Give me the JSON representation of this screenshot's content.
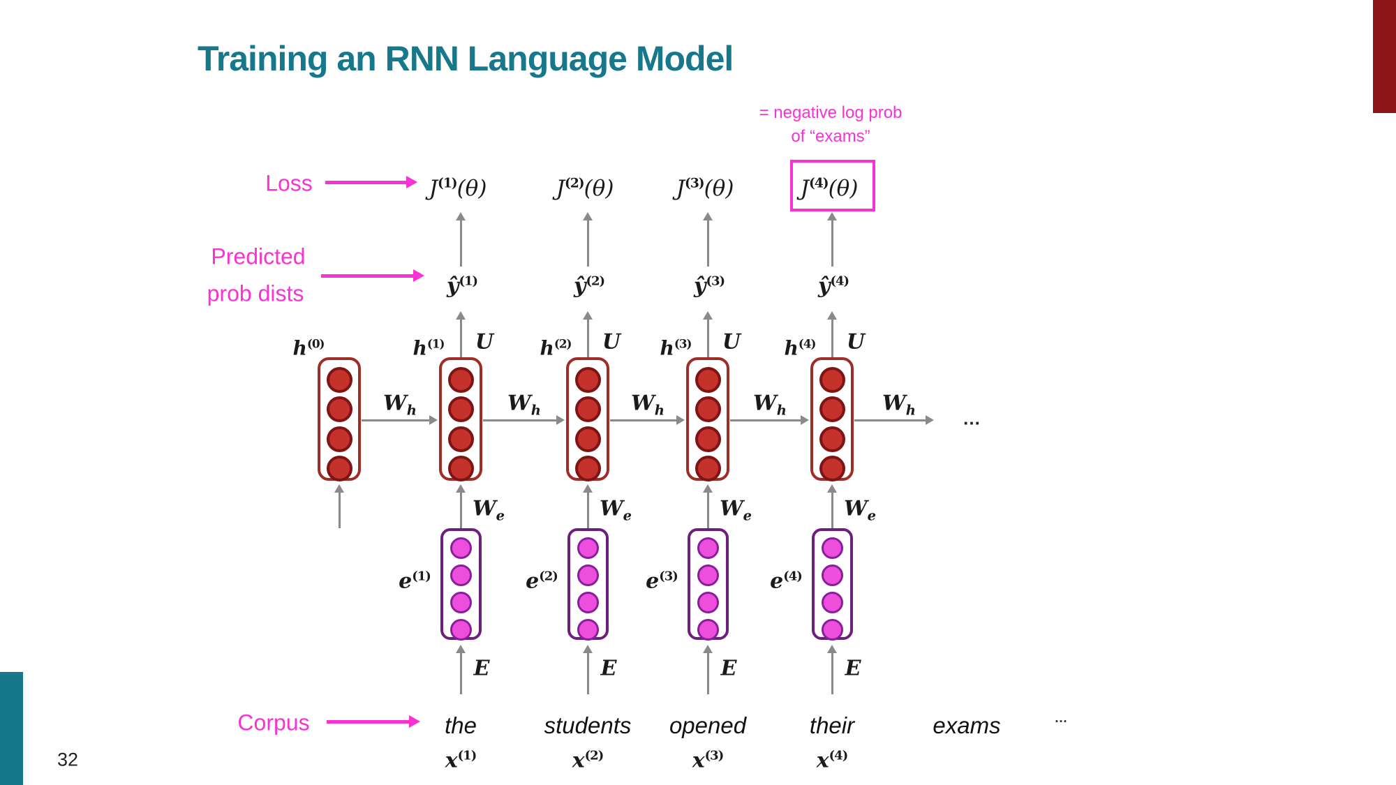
{
  "slide": {
    "title": "Training an RNN Language Model",
    "page_number": "32",
    "colors": {
      "teal": "#17788C",
      "cardinal_red": "#8C1515",
      "magenta": "#F832D3",
      "arrow_gray": "#8A8A8A",
      "text_ink": "#1A1A1A",
      "hidden_box_border": "#A12C26",
      "hidden_circle_fill": "#C5312B",
      "hidden_circle_stroke": "#7D1416",
      "embed_box_border": "#6C1F7C",
      "embed_circle_fill": "#EE4EDC",
      "embed_circle_stroke": "#85209A"
    }
  },
  "labels": {
    "loss": "Loss",
    "predicted_line1": "Predicted",
    "predicted_line2": "prob dists",
    "corpus": "Corpus",
    "neg_log_line1": "= negative log prob",
    "neg_log_line2": "of “exams”",
    "ellipsis_hidden": "…",
    "ellipsis_corpus": "…"
  },
  "math": {
    "u": "U",
    "w_base": "W",
    "wh_sub": "h",
    "we_sub": "e",
    "embed_matrix": "E",
    "h0": {
      "base": "h",
      "sup": "(0)"
    }
  },
  "columns": [
    {
      "word": "the",
      "x": {
        "base": "x",
        "sup": "(1)"
      },
      "e": {
        "base": "e",
        "sup": "(1)"
      },
      "h": {
        "base": "h",
        "sup": "(1)"
      },
      "y": {
        "base": "ŷ",
        "sup": "(1)"
      },
      "loss": {
        "base": "J",
        "sup": "(1)",
        "arg": "(θ)"
      },
      "boxed": false
    },
    {
      "word": "students",
      "x": {
        "base": "x",
        "sup": "(2)"
      },
      "e": {
        "base": "e",
        "sup": "(2)"
      },
      "h": {
        "base": "h",
        "sup": "(2)"
      },
      "y": {
        "base": "ŷ",
        "sup": "(2)"
      },
      "loss": {
        "base": "J",
        "sup": "(2)",
        "arg": "(θ)"
      },
      "boxed": false
    },
    {
      "word": "opened",
      "x": {
        "base": "x",
        "sup": "(3)"
      },
      "e": {
        "base": "e",
        "sup": "(3)"
      },
      "h": {
        "base": "h",
        "sup": "(3)"
      },
      "y": {
        "base": "ŷ",
        "sup": "(3)"
      },
      "loss": {
        "base": "J",
        "sup": "(3)",
        "arg": "(θ)"
      },
      "boxed": false
    },
    {
      "word": "their",
      "x": {
        "base": "x",
        "sup": "(4)"
      },
      "e": {
        "base": "e",
        "sup": "(4)"
      },
      "h": {
        "base": "h",
        "sup": "(4)"
      },
      "y": {
        "base": "ŷ",
        "sup": "(4)"
      },
      "loss": {
        "base": "J",
        "sup": "(4)",
        "arg": "(θ)"
      },
      "boxed": true
    }
  ],
  "extra_word": "exams"
}
